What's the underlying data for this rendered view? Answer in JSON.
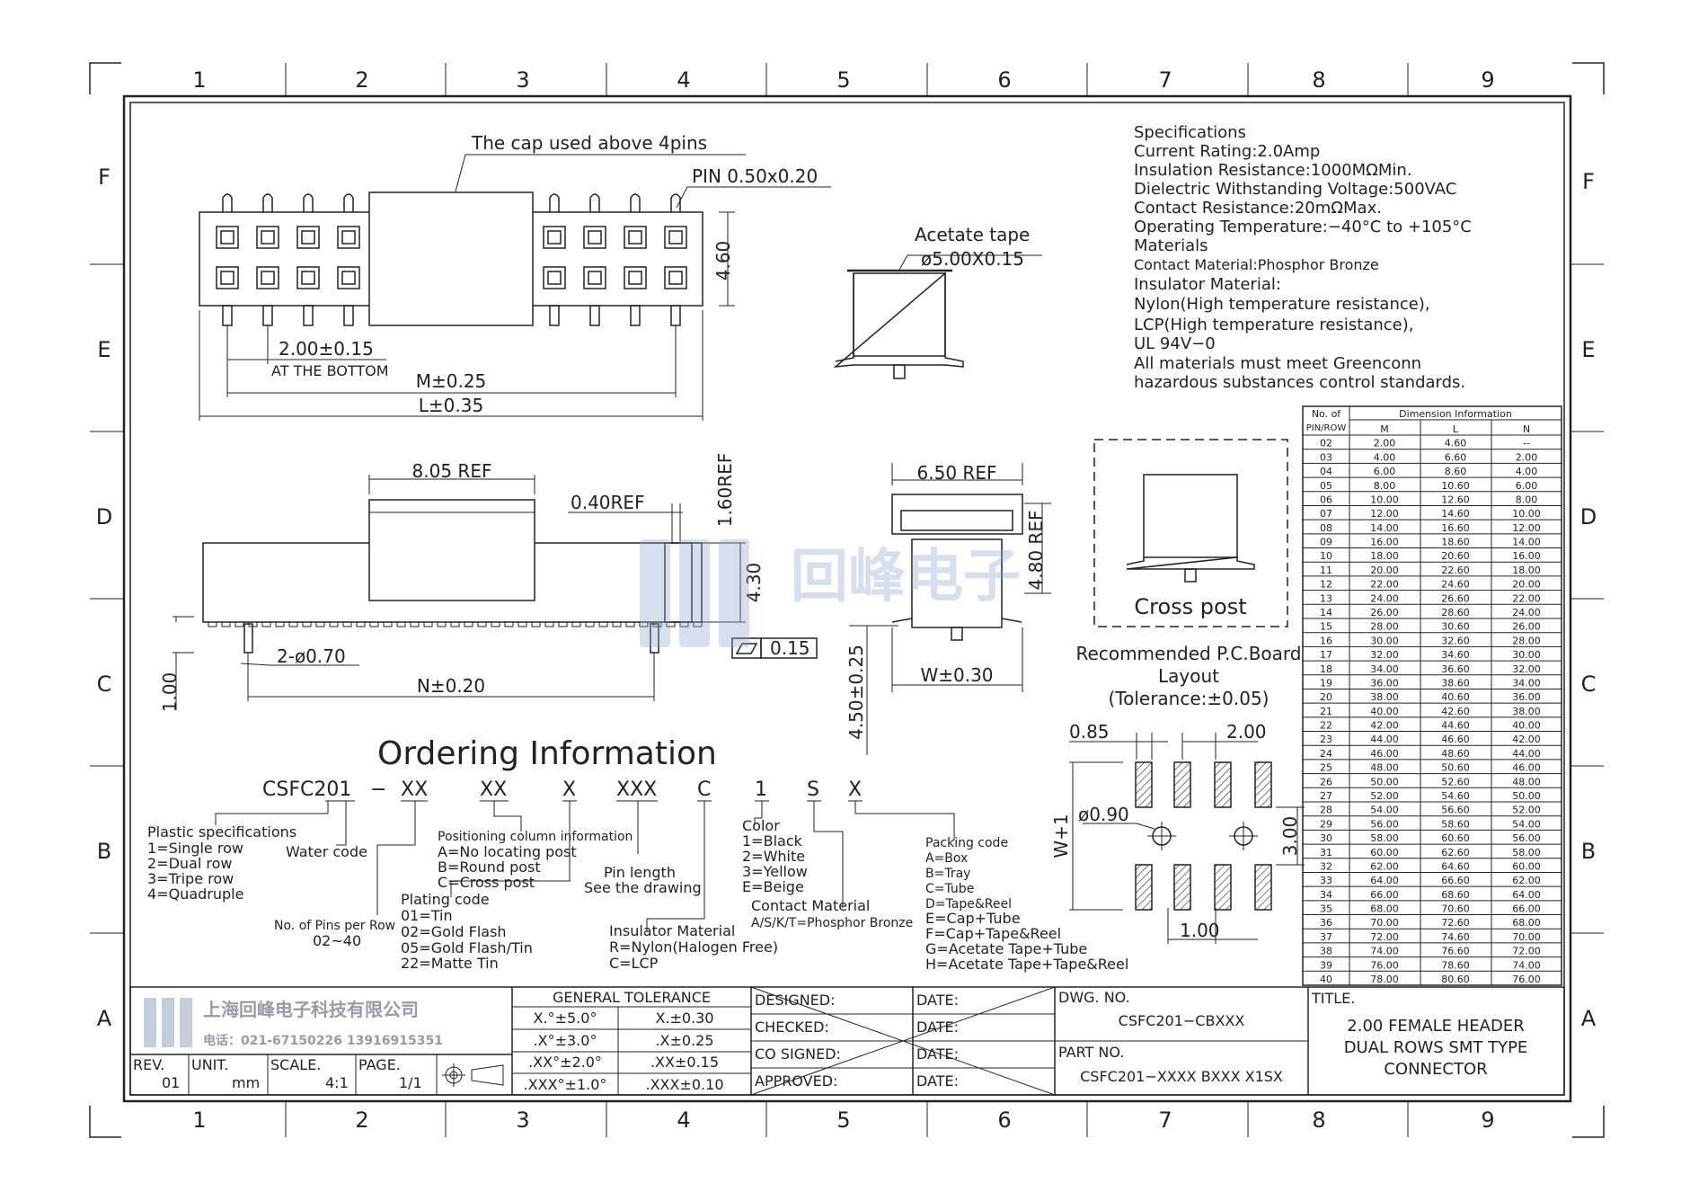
{
  "frame": {
    "columns": [
      "1",
      "2",
      "3",
      "4",
      "5",
      "6",
      "7",
      "8",
      "9"
    ],
    "rows": [
      "F",
      "E",
      "D",
      "C",
      "B",
      "A"
    ]
  },
  "top_view": {
    "cap_note": "The cap used above 4pins",
    "pin_note": "PIN 0.50x0.20",
    "height_dim": "4.60",
    "pitch_dim": "2.00±0.15",
    "pitch_note": "AT THE BOTTOM",
    "m_dim": "M±0.25",
    "l_dim": "L±0.35"
  },
  "side_view": {
    "ref_805": "8.05 REF",
    "ref_040": "0.40REF",
    "ref_160": "1.60REF",
    "dim_430": "4.30",
    "post_dim": "2-ø0.70",
    "dim_100": "1.00",
    "n_dim": "N±0.20",
    "flatness": "0.15"
  },
  "acetate": {
    "label": "Acetate tape",
    "dim": "ø5.00X0.15"
  },
  "end_view": {
    "ref_650": "6.50 REF",
    "ref_480": "4.80 REF",
    "w_dim": "W±0.30",
    "dim_450": "4.50±0.25"
  },
  "cross_post": {
    "label": "Cross post"
  },
  "pcb": {
    "title1": "Recommended P.C.Board",
    "title2": "Layout",
    "title3": "(Tolerance:±0.05)",
    "d085": "0.85",
    "d200": "2.00",
    "d090": "ø0.90",
    "w1": "W+1",
    "d300": "3.00",
    "d100": "1.00"
  },
  "specs": {
    "lines": [
      "Specifications",
      "Current Rating:2.0Amp",
      "Insulation Resistance:1000MΩMin.",
      "Dielectric Withstanding Voltage:500VAC",
      "Contact Resistance:20mΩMax.",
      "Operating Temperature:−40°C to +105°C",
      "Materials",
      "Contact Material:Phosphor Bronze",
      "Insulator Material:",
      "Nylon(High temperature resistance),",
      "LCP(High temperature resistance),",
      "UL 94V−0",
      "All materials must meet Greenconn",
      "hazardous substances control standards."
    ]
  },
  "dim_table": {
    "h_pins1": "No. of",
    "h_pins2": "PIN/ROW",
    "h_info": "Dimension Information",
    "h_m": "M",
    "h_l": "L",
    "h_n": "N",
    "rows": [
      [
        "02",
        "2.00",
        "4.60",
        "--"
      ],
      [
        "03",
        "4.00",
        "6.60",
        "2.00"
      ],
      [
        "04",
        "6.00",
        "8.60",
        "4.00"
      ],
      [
        "05",
        "8.00",
        "10.60",
        "6.00"
      ],
      [
        "06",
        "10.00",
        "12.60",
        "8.00"
      ],
      [
        "07",
        "12.00",
        "14.60",
        "10.00"
      ],
      [
        "08",
        "14.00",
        "16.60",
        "12.00"
      ],
      [
        "09",
        "16.00",
        "18.60",
        "14.00"
      ],
      [
        "10",
        "18.00",
        "20.60",
        "16.00"
      ],
      [
        "11",
        "20.00",
        "22.60",
        "18.00"
      ],
      [
        "12",
        "22.00",
        "24.60",
        "20.00"
      ],
      [
        "13",
        "24.00",
        "26.60",
        "22.00"
      ],
      [
        "14",
        "26.00",
        "28.60",
        "24.00"
      ],
      [
        "15",
        "28.00",
        "30.60",
        "26.00"
      ],
      [
        "16",
        "30.00",
        "32.60",
        "28.00"
      ],
      [
        "17",
        "32.00",
        "34.60",
        "30.00"
      ],
      [
        "18",
        "34.00",
        "36.60",
        "32.00"
      ],
      [
        "19",
        "36.00",
        "38.60",
        "34.00"
      ],
      [
        "20",
        "38.00",
        "40.60",
        "36.00"
      ],
      [
        "21",
        "40.00",
        "42.60",
        "38.00"
      ],
      [
        "22",
        "42.00",
        "44.60",
        "40.00"
      ],
      [
        "23",
        "44.00",
        "46.60",
        "42.00"
      ],
      [
        "24",
        "46.00",
        "48.60",
        "44.00"
      ],
      [
        "25",
        "48.00",
        "50.60",
        "46.00"
      ],
      [
        "26",
        "50.00",
        "52.60",
        "48.00"
      ],
      [
        "27",
        "52.00",
        "54.60",
        "50.00"
      ],
      [
        "28",
        "54.00",
        "56.60",
        "52.00"
      ],
      [
        "29",
        "56.00",
        "58.60",
        "54.00"
      ],
      [
        "30",
        "58.00",
        "60.60",
        "56.00"
      ],
      [
        "31",
        "60.00",
        "62.60",
        "58.00"
      ],
      [
        "32",
        "62.00",
        "64.60",
        "60.00"
      ],
      [
        "33",
        "64.00",
        "66.60",
        "62.00"
      ],
      [
        "34",
        "66.00",
        "68.60",
        "64.00"
      ],
      [
        "35",
        "68.00",
        "70.60",
        "66.00"
      ],
      [
        "36",
        "70.00",
        "72.60",
        "68.00"
      ],
      [
        "37",
        "72.00",
        "74.60",
        "70.00"
      ],
      [
        "38",
        "74.00",
        "76.60",
        "72.00"
      ],
      [
        "39",
        "76.00",
        "78.60",
        "74.00"
      ],
      [
        "40",
        "78.00",
        "80.60",
        "76.00"
      ]
    ]
  },
  "ordering": {
    "title": "Ordering Information",
    "code_parts": [
      "CSFC201",
      "−",
      "XX",
      "XX",
      "X",
      "XXX",
      "C",
      "1",
      "S",
      "X"
    ],
    "plastic": [
      "Plastic specifications",
      "1=Single row",
      "2=Dual row",
      "3=Tripe row",
      "4=Quadruple"
    ],
    "water": "Water code",
    "pins_per_row": [
      "No. of Pins per Row",
      "02~40"
    ],
    "plating": [
      "Plating code",
      "01=Tin",
      "02=Gold Flash",
      "05=Gold Flash/Tin",
      "22=Matte Tin"
    ],
    "positioning": [
      "Positioning column information",
      "A=No locating post",
      "B=Round post",
      "C=Cross post"
    ],
    "pin_length": [
      "Pin length",
      "See the drawing"
    ],
    "insulator": [
      "Insulator Material",
      "R=Nylon(Halogen Free)",
      "C=LCP"
    ],
    "color": [
      "Color",
      "1=Black",
      "2=White",
      "3=Yellow",
      "E=Beige"
    ],
    "contact": [
      "Contact Material",
      "A/S/K/T=Phosphor Bronze"
    ],
    "packing": [
      "Packing code",
      "A=Box",
      "B=Tray",
      "C=Tube",
      "D=Tape&Reel",
      "E=Cap+Tube",
      "F=Cap+Tape&Reel",
      "G=Acetate Tape+Tube",
      "H=Acetate Tape+Tape&Reel"
    ]
  },
  "watermark": {
    "text": "回峰电子"
  },
  "title_block": {
    "company": "上海回峰电子科技有限公司",
    "phone": "电话：021-67150226  13916915351",
    "rev_label": "REV.",
    "rev": "01",
    "unit_label": "UNIT.",
    "unit": "mm",
    "scale_label": "SCALE.",
    "scale": "4:1",
    "page_label": "PAGE.",
    "page": "1/1",
    "tol_title": "GENERAL TOLERANCE",
    "tol": [
      [
        "X.°±5.0°",
        "X.±0.30"
      ],
      [
        ".X°±3.0°",
        ".X±0.25"
      ],
      [
        ".XX°±2.0°",
        ".XX±0.15"
      ],
      [
        ".XXX°±1.0°",
        ".XXX±0.10"
      ]
    ],
    "roles": [
      "DESIGNED:",
      "CHECKED:",
      "CO SIGNED:",
      "APPROVED:"
    ],
    "date": "DATE:",
    "dwg_label": "DWG. NO.",
    "dwg": "CSFC201−CBXXX",
    "part_label": "PART NO.",
    "part": "CSFC201−XXXX BXXX X1SX",
    "title_label": "TITLE.",
    "title_lines": [
      "2.00 FEMALE HEADER",
      "DUAL ROWS SMT TYPE",
      "CONNECTOR"
    ]
  }
}
